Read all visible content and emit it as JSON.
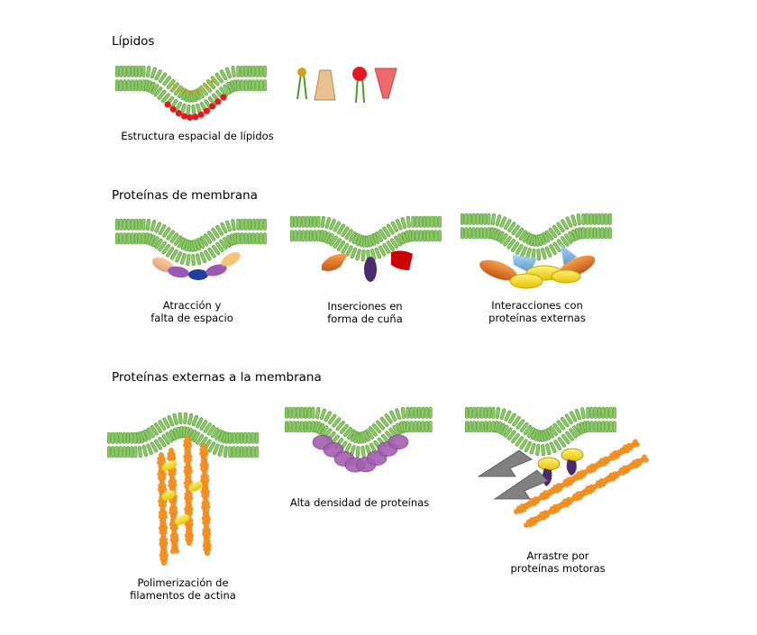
{
  "sections": {
    "lipids": "Lípidos",
    "membrane_proteins": "Proteínas de membrana",
    "external_proteins": "Proteínas externas a la membrana"
  },
  "captions": {
    "lipid_structure": "Estructura espacial de lípidos",
    "attraction": [
      "Atracción y",
      "falta de espacio"
    ],
    "wedge": [
      "Inserciones en",
      "forma de  cuña"
    ],
    "interactions": [
      "Interacciones con",
      "proteínas externas"
    ],
    "actin": [
      "Polimerización de",
      "filamentos de actina"
    ],
    "density": "Alta densidad de proteínas",
    "motors": [
      "Arrastre por",
      "proteínas motoras"
    ]
  },
  "colors": {
    "membrane_fill": "#8dc76a",
    "membrane_stroke": "#4c9a2a",
    "head_red": "#e01b24",
    "head_yellow": "#d4a017",
    "trapezoid_tan": "#e9c18f",
    "trapezoid_red": "#ee6a6a",
    "actin_orange": "#f7931e",
    "arrow_grey": "#808080"
  }
}
